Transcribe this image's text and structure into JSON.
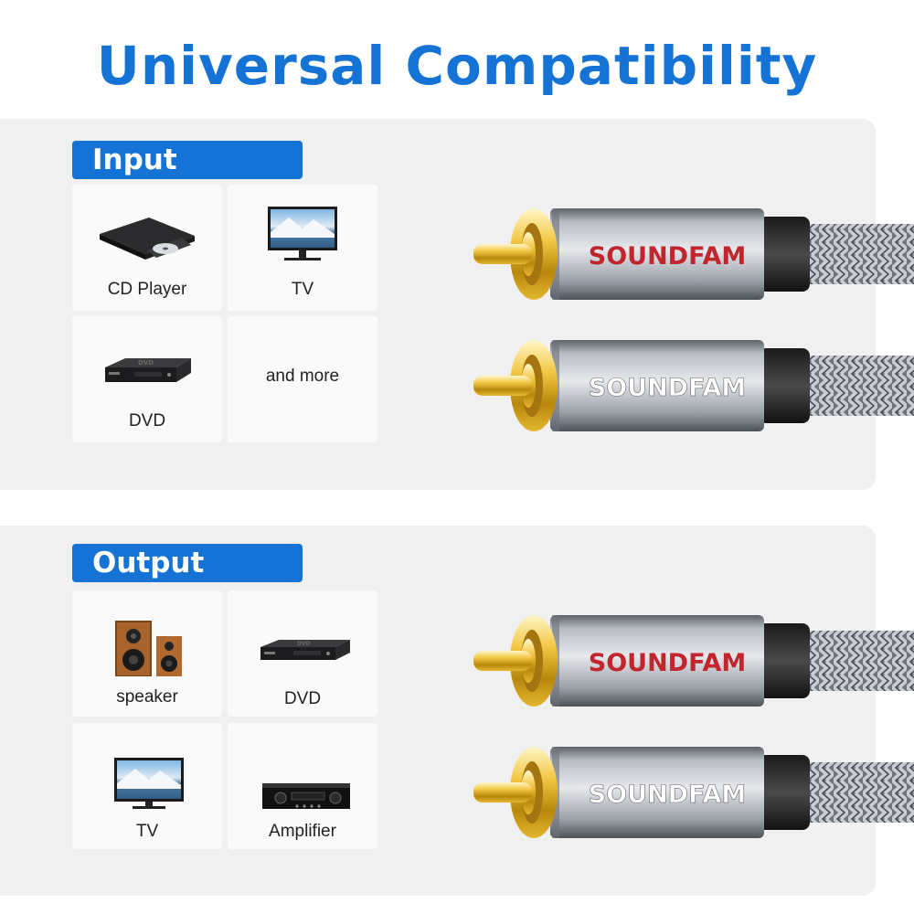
{
  "title": "Universal Compatibility",
  "brand": "SOUNDFAM",
  "colors": {
    "accent": "#1473d4",
    "brand_red": "#c0262d",
    "brand_white": "#ffffff"
  },
  "input": {
    "label": "Input",
    "devices": [
      {
        "label": "CD Player",
        "icon": "cd-player-icon"
      },
      {
        "label": "TV",
        "icon": "tv-icon"
      },
      {
        "label": "DVD",
        "icon": "dvd-player-icon"
      },
      {
        "label": "and more",
        "icon": ""
      }
    ]
  },
  "output": {
    "label": "Output",
    "devices": [
      {
        "label": "speaker",
        "icon": "speaker-icon"
      },
      {
        "label": "DVD",
        "icon": "dvd-player-icon"
      },
      {
        "label": "TV",
        "icon": "tv-icon"
      },
      {
        "label": "Amplifier",
        "icon": "amplifier-icon"
      }
    ]
  }
}
